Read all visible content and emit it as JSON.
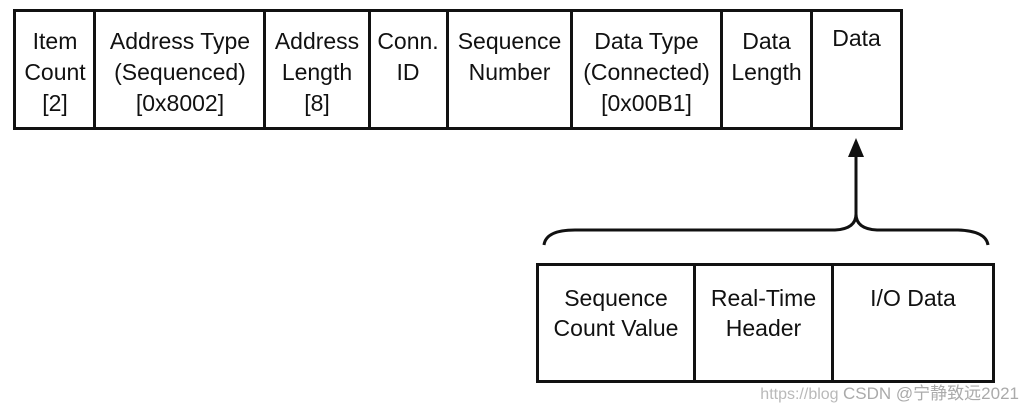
{
  "packet_fields": [
    {
      "lines": [
        "Item",
        "Count",
        "[2]"
      ]
    },
    {
      "lines": [
        "Address Type",
        "(Sequenced)",
        "[0x8002]"
      ]
    },
    {
      "lines": [
        "Address",
        "Length",
        "[8]"
      ]
    },
    {
      "lines": [
        "Conn.",
        "ID"
      ]
    },
    {
      "lines": [
        "Sequence",
        "Number"
      ]
    },
    {
      "lines": [
        "Data Type",
        "(Connected)",
        "[0x00B1]"
      ]
    },
    {
      "lines": [
        "Data",
        "Length"
      ]
    },
    {
      "lines": [
        "Data"
      ]
    }
  ],
  "data_fields": [
    {
      "lines": [
        "Sequence",
        "Count Value"
      ]
    },
    {
      "lines": [
        "Real-Time",
        "Header"
      ]
    },
    {
      "lines": [
        "I/O Data"
      ]
    }
  ],
  "watermark": {
    "url_text": "https://blog",
    "text": "CSDN @宁静致远2021"
  }
}
